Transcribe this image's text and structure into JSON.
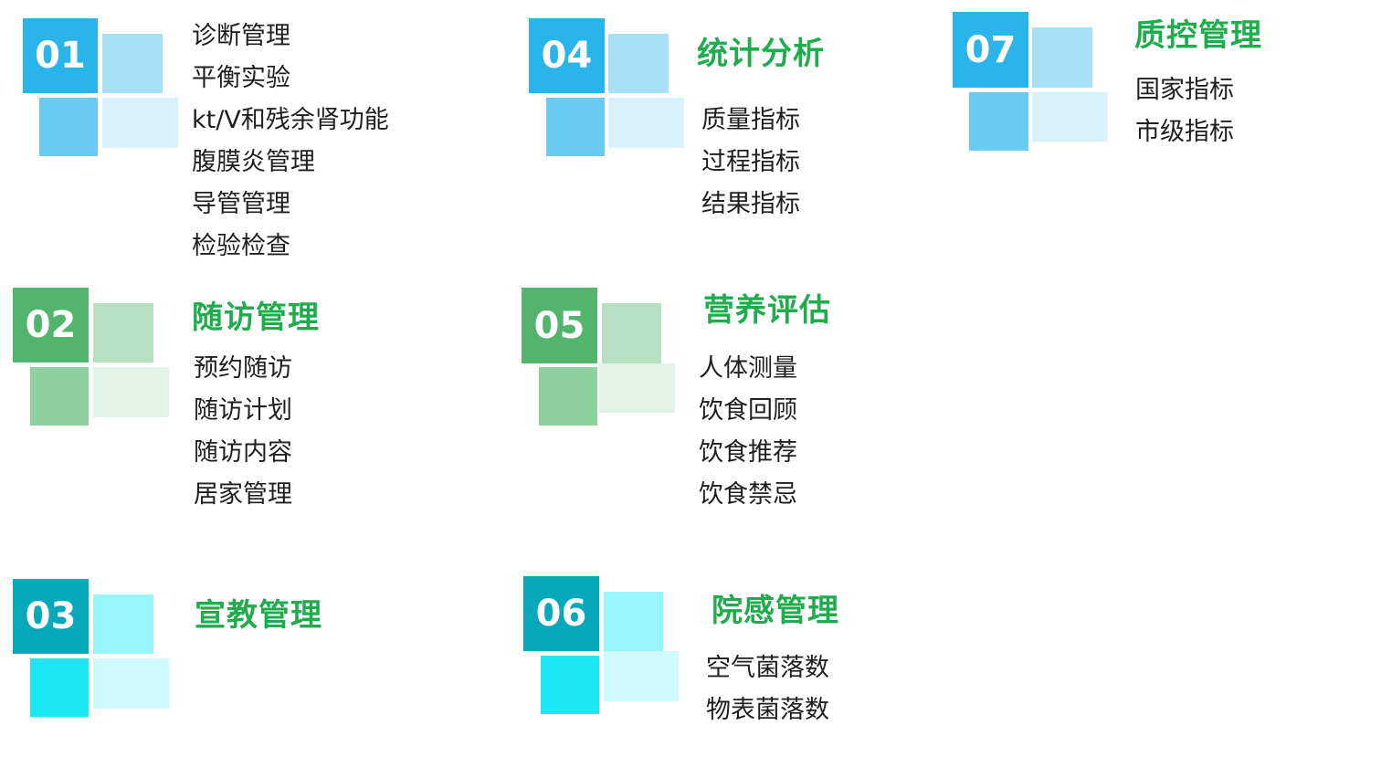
{
  "colors": {
    "blue": [
      "#29b4ea",
      "#a8e0f6",
      "#69caf0",
      "#d9f1fb"
    ],
    "green": [
      "#53b46e",
      "#b7e0c3",
      "#8fd09f",
      "#e1f3e6"
    ],
    "cyan": [
      "#05a9b9",
      "#98f5fb",
      "#1ae8f7",
      "#cffafd"
    ],
    "title": "#1fac4d"
  },
  "modules": [
    {
      "number": "01",
      "title": "",
      "items": [
        "诊断管理",
        "平衡实验",
        "kt/V和残余肾功能",
        "腹膜炎管理",
        "导管管理",
        "检验检查"
      ]
    },
    {
      "number": "02",
      "title": "随访管理",
      "items": [
        "预约随访",
        "随访计划",
        "随访内容",
        "居家管理"
      ]
    },
    {
      "number": "03",
      "title": "宣教管理",
      "items": []
    },
    {
      "number": "04",
      "title": "统计分析",
      "items": [
        "质量指标",
        "过程指标",
        "结果指标"
      ]
    },
    {
      "number": "05",
      "title": "营养评估",
      "items": [
        "人体测量",
        "饮食回顾",
        "饮食推荐",
        "饮食禁忌"
      ]
    },
    {
      "number": "06",
      "title": "院感管理",
      "items": [
        "空气菌落数",
        "物表菌落数"
      ]
    },
    {
      "number": "07",
      "title": "质控管理",
      "items": [
        "国家指标",
        "市级指标"
      ]
    }
  ]
}
